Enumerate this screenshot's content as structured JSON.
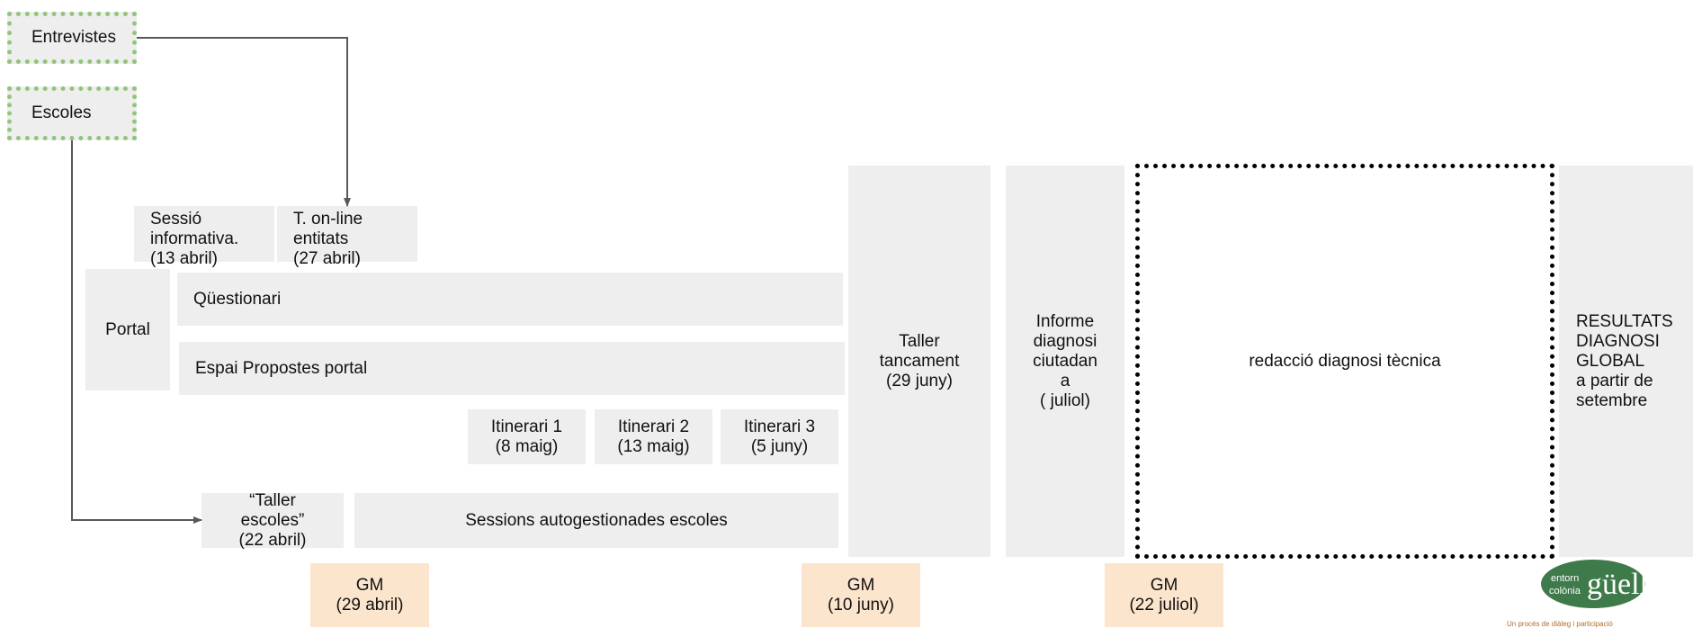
{
  "inputs": {
    "entrevistes": "Entrevistes",
    "escoles": "Escoles"
  },
  "sessions": {
    "sessio_informativa": "Sessió\ninformativa.\n(13 abril)",
    "t_online": "T. on-line\nentitats\n(27 abril)"
  },
  "portal": {
    "label": "Portal",
    "questionari": "Qüestionari",
    "espai_propostes": "Espai Propostes portal"
  },
  "itineraris": [
    "Itinerari 1\n(8 maig)",
    "Itinerari 2\n(13 maig)",
    "Itinerari 3\n(5 juny)"
  ],
  "escoles_flow": {
    "taller_escoles": "“Taller\nescoles”\n(22 abril)",
    "sessions_autogestionades": "Sessions autogestionades escoles"
  },
  "taller_tancament": "Taller\ntancament\n(29 juny)",
  "informe_diagnosi": "Informe\ndiagnosi\nciutadan\na\n( juliol)",
  "redaccio": "redacció diagnosi tècnica",
  "resultats": "RESULTATS\nDIAGNOSI\nGLOBAL\na partir de\nsetembre",
  "gm": [
    "GM\n(29 abril)",
    "GM\n(10 juny)",
    "GM\n(22 juliol)"
  ],
  "logo": {
    "small_text_1": "entorn",
    "small_text_2": "colònia",
    "big_text": "güell",
    "tagline": "Un procés de diàleg i participació"
  },
  "colors": {
    "box": "#eeeeee",
    "gm": "#fce5cd",
    "green_dots": "#93c47d",
    "logo_green": "#3f7a4a"
  }
}
